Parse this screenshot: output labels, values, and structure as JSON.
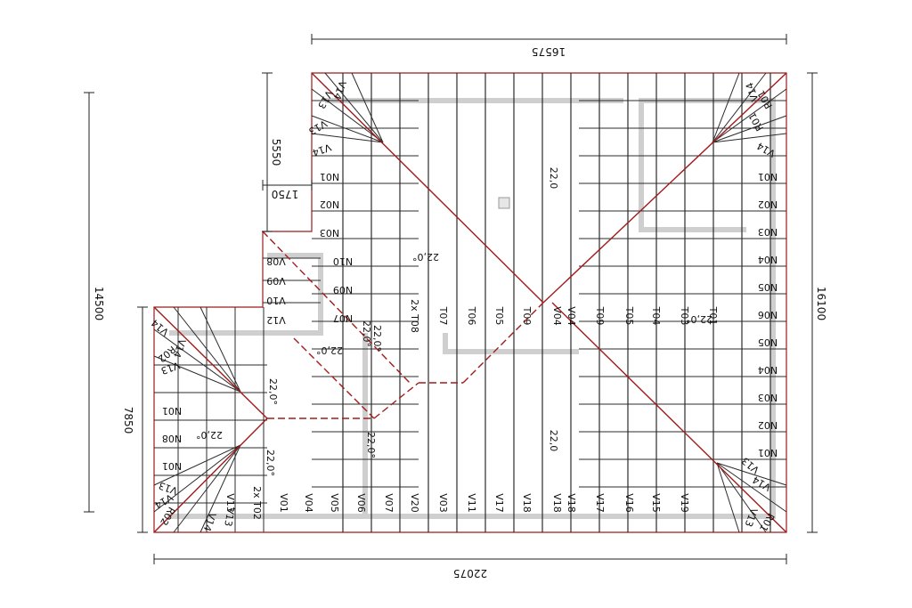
{
  "dimensions": {
    "top": "16575",
    "bottom": "22075",
    "left_overall": "14500",
    "left_lower": "7850",
    "right": "16100",
    "notch_height": "5550",
    "notch_width": "1750"
  },
  "pitch_label": "22,0°",
  "pitches": [
    "22,0",
    "22,0",
    "22,0°",
    "22,0°",
    "22,0°",
    "22,0°",
    "22,0°",
    "22,0°",
    "22,0°",
    "22,0°",
    "22,0°"
  ],
  "bottom_labels": [
    "V13",
    "2x T02",
    "V01",
    "V04",
    "V05",
    "V06",
    "V07",
    "V20",
    "V03",
    "V11",
    "V17",
    "V18",
    "V18",
    "V18",
    "V17",
    "V16",
    "V15",
    "V19"
  ],
  "middle_labels": [
    "2x T08",
    "T07",
    "T06",
    "T05",
    "T09",
    "V04",
    "V04",
    "T09",
    "T05",
    "T04",
    "T03",
    "T01"
  ],
  "right_labels": [
    "N01",
    "N02",
    "N03",
    "N04",
    "N05",
    "N06",
    "N05",
    "N04",
    "N03",
    "N02",
    "N01"
  ],
  "left_wing_labels": [
    "N01",
    "N08",
    "N01"
  ],
  "upper_left_labels": [
    "N01",
    "N02",
    "N03",
    "N10",
    "N09",
    "N07"
  ],
  "notch_labels": [
    "V08",
    "V09",
    "V10",
    "V12"
  ],
  "corner_labels": [
    "V13",
    "V14",
    "R01",
    "V14",
    "V13",
    "V14",
    "R01",
    "V14",
    "V13",
    "V14",
    "R01",
    "V13",
    "V14",
    "R02",
    "V14",
    "V13",
    "V13",
    "V14",
    "R02",
    "V14",
    "V13"
  ]
}
